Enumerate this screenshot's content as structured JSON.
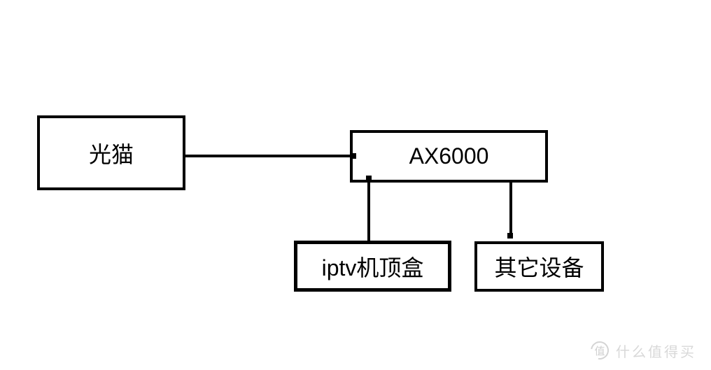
{
  "diagram": {
    "nodes": [
      {
        "id": "modem",
        "label": "光猫"
      },
      {
        "id": "router",
        "label": "AX6000"
      },
      {
        "id": "iptv",
        "label": "iptv机顶盒"
      },
      {
        "id": "other",
        "label": "其它设备"
      }
    ],
    "edges": [
      {
        "from": "光猫",
        "to": "AX6000"
      },
      {
        "from": "AX6000",
        "to": "iptv机顶盒"
      },
      {
        "from": "AX6000",
        "to": "其它设备"
      }
    ],
    "line_color": "#000000",
    "background": "#ffffff"
  },
  "watermark": {
    "logo_char": "值",
    "text": "什么值得买",
    "color": "#d8d8d8"
  }
}
